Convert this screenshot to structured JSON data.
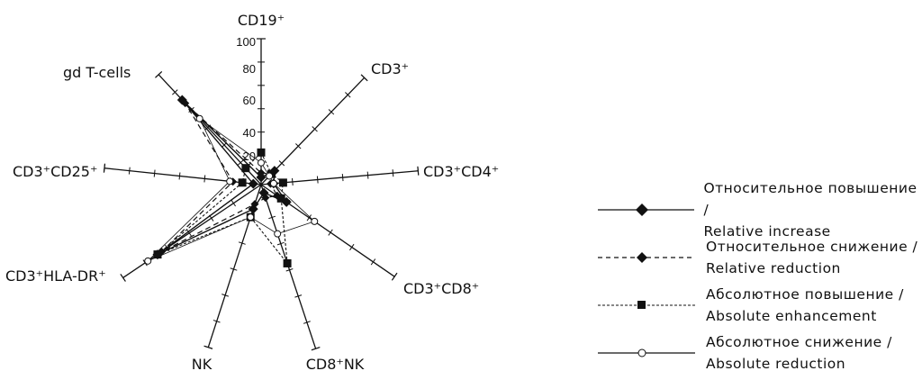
{
  "chart_data": {
    "type": "radar",
    "title": "",
    "axes": [
      "CD19⁺",
      "CD3⁺",
      "CD3⁺CD4⁺",
      "CD3⁺CD8⁺",
      "CD8⁺NK",
      "NK",
      "CD3⁺HLA-DR⁺",
      "CD3⁺CD25⁺",
      "gd  T-cells"
    ],
    "radial_ticks": [
      "20",
      "40",
      "60",
      "80",
      "100"
    ],
    "radial_tick_values": [
      20,
      40,
      60,
      80,
      100
    ],
    "range": [
      0,
      100
    ],
    "legend_position": "right",
    "series": [
      {
        "name": "Относительное повышение / Relative increase",
        "name_ru": "Относительное повышение /",
        "name_en": "Relative increase",
        "style": "solid",
        "marker": "diamond",
        "values": [
          5,
          13,
          8,
          19,
          5,
          15,
          75,
          5,
          77
        ]
      },
      {
        "name": "Относительное снижение / Relative reduction",
        "name_ru": "Относительное снижение /",
        "name_en": "Relative reduction",
        "style": "dashed",
        "marker": "diamond",
        "values": [
          8,
          10,
          6,
          12,
          8,
          12,
          72,
          18,
          74
        ]
      },
      {
        "name": "Абсолютное повышение / Absolute enhancement",
        "name_ru": "Абсолютное повышение /",
        "name_en": "Absolute enhancement",
        "style": "dotted",
        "marker": "square",
        "values": [
          22,
          10,
          14,
          15,
          48,
          20,
          75,
          12,
          15
        ]
      },
      {
        "name": "Абсолютное снижение / Absolute reduction",
        "name_ru": "Абсолютное снижение /",
        "name_en": "Absolute reduction",
        "style": "solid-thin",
        "marker": "circle",
        "values": [
          15,
          8,
          8,
          40,
          30,
          20,
          82,
          20,
          60
        ]
      }
    ]
  }
}
